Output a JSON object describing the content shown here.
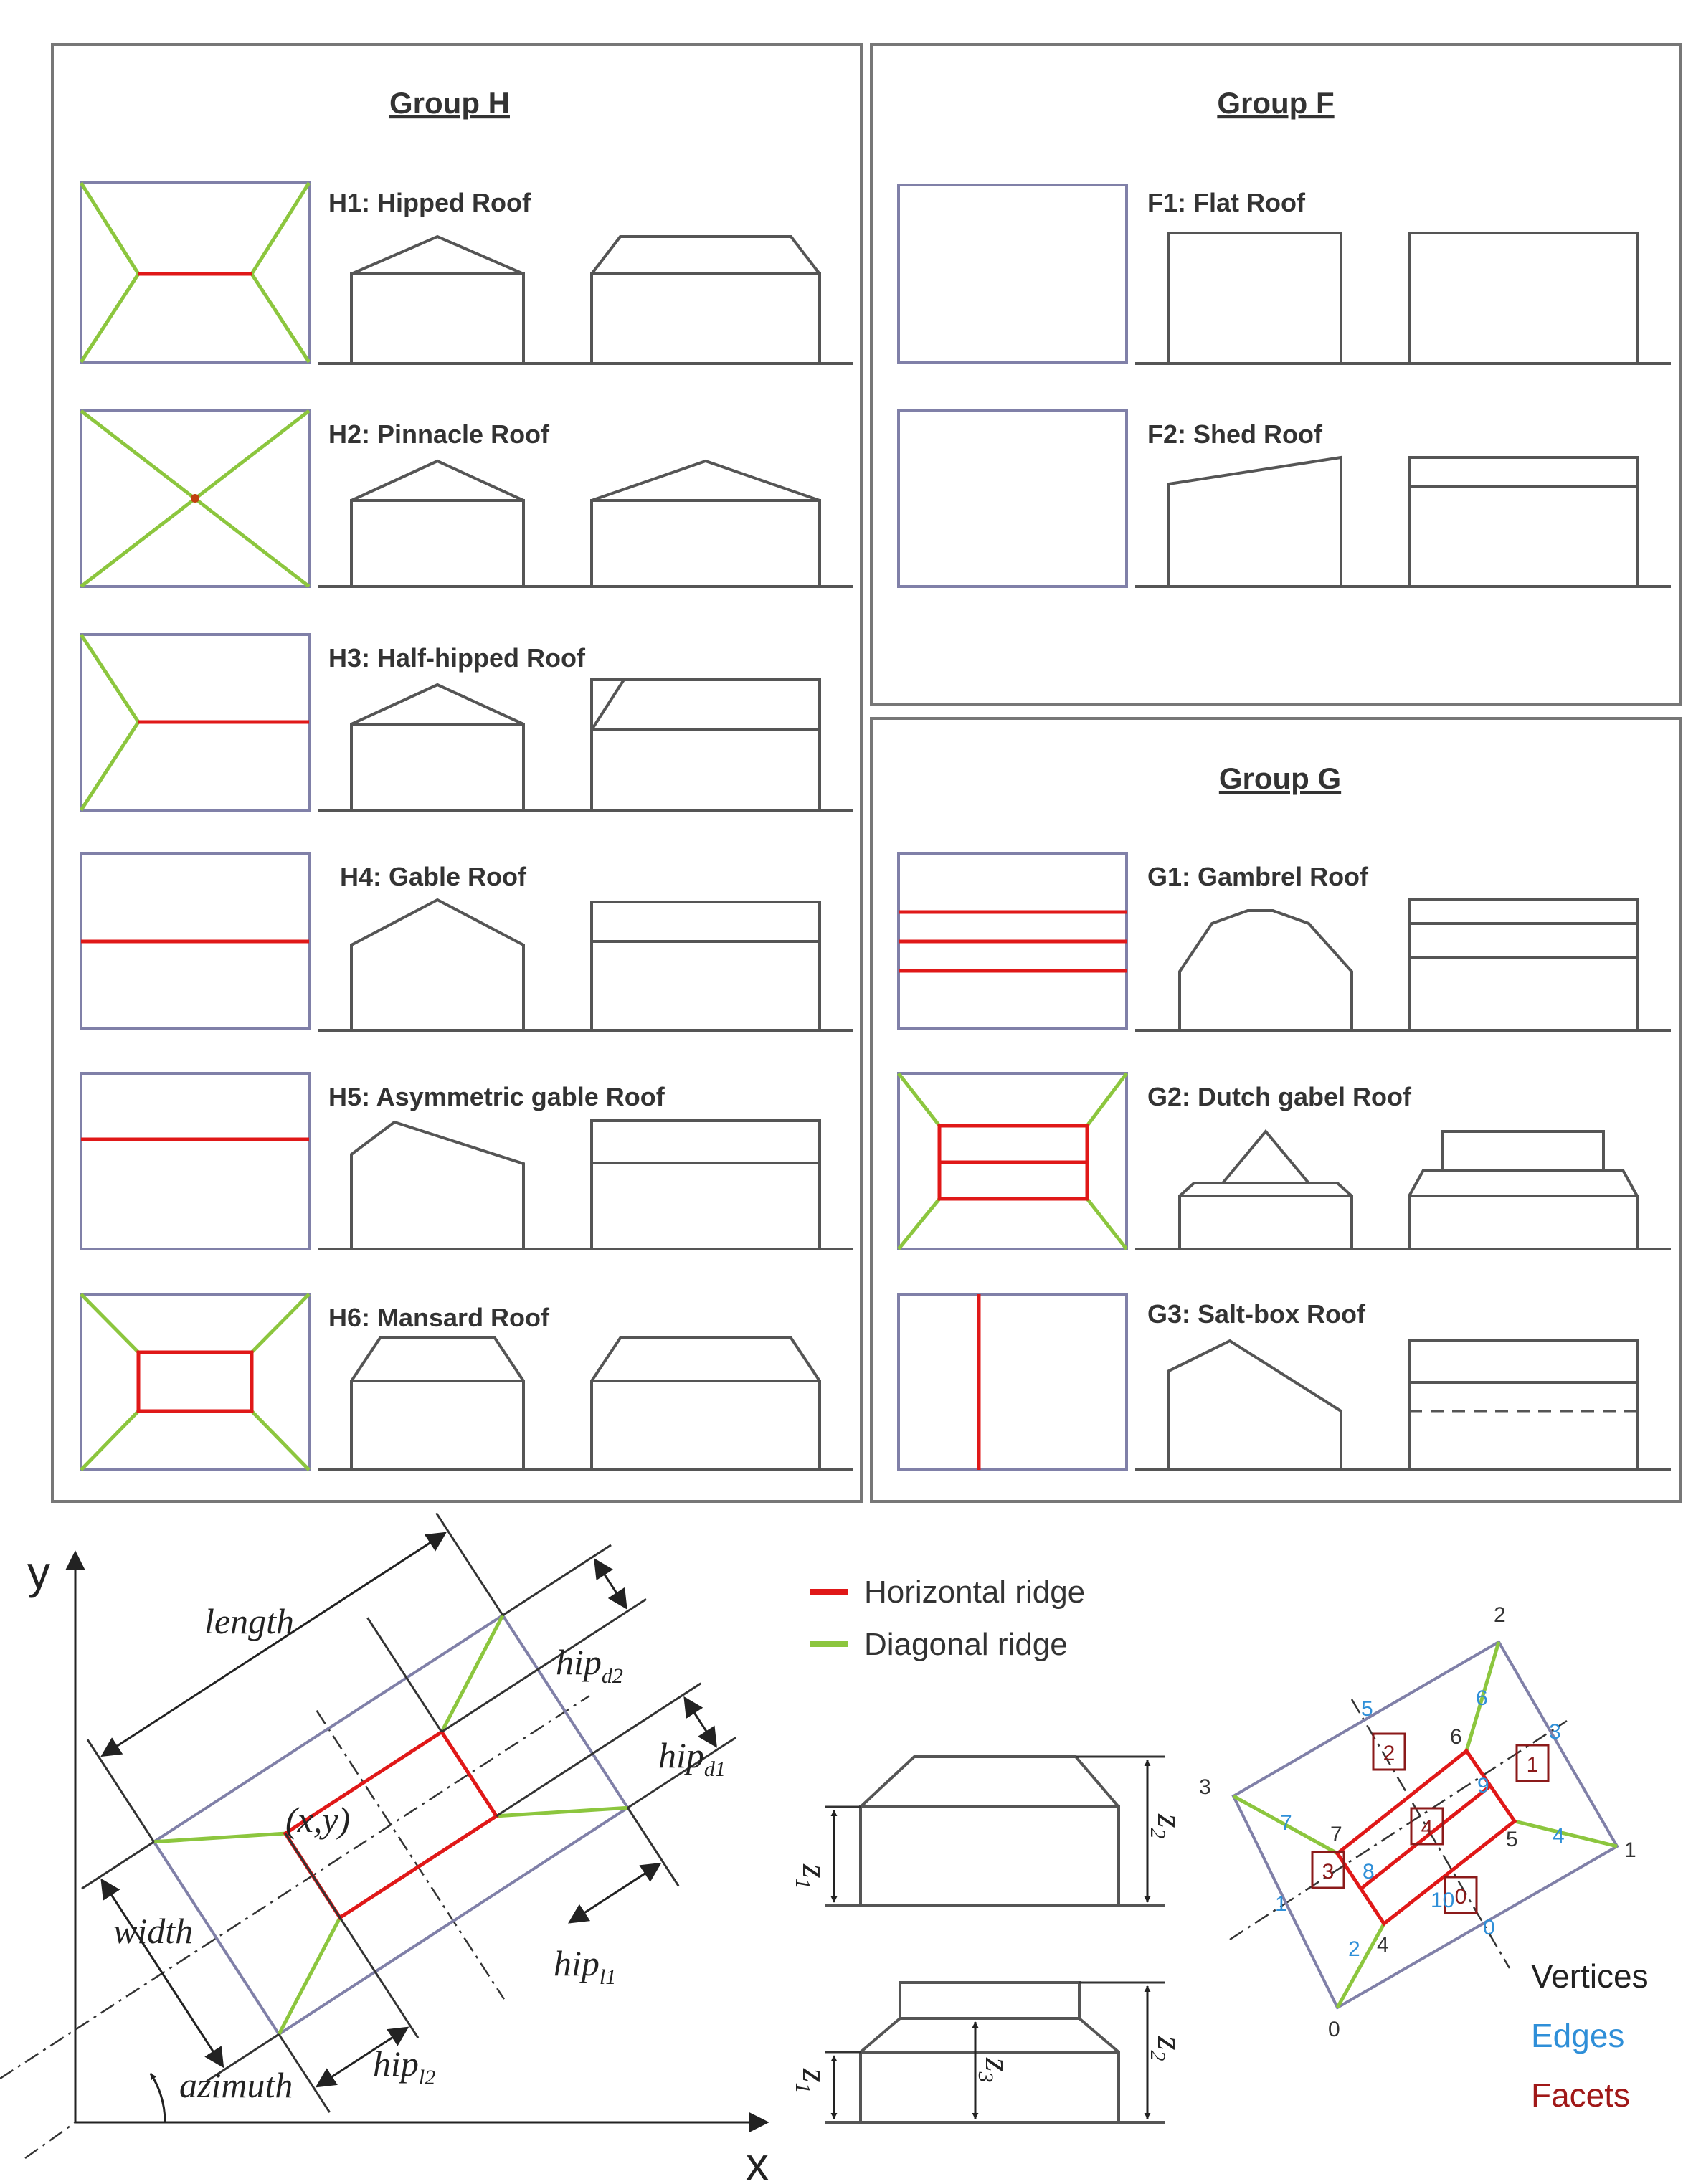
{
  "groups": {
    "h": {
      "title": "Group H",
      "roofs": {
        "h1": "H1: Hipped Roof",
        "h2": "H2: Pinnacle Roof",
        "h3": "H3: Half-hipped Roof",
        "h4": "H4: Gable Roof",
        "h5": "H5: Asymmetric gable Roof",
        "h6": "H6: Mansard Roof"
      }
    },
    "f": {
      "title": "Group F",
      "roofs": {
        "f1": "F1: Flat Roof",
        "f2": "F2: Shed Roof"
      }
    },
    "g": {
      "title": "Group G",
      "roofs": {
        "g1": "G1: Gambrel Roof",
        "g2": "G2: Dutch gabel Roof",
        "g3": "G3: Salt-box Roof"
      }
    }
  },
  "params": {
    "y_axis": "y",
    "x_axis": "x",
    "length": "length",
    "width": "width",
    "azimuth": "azimuth",
    "center": "(x,y)",
    "hip": "hip",
    "hip_d2_sub": "d2",
    "hip_d1_sub": "d1",
    "hip_l1_sub": "l1",
    "hip_l2_sub": "l2",
    "z": "z",
    "z1_sub": "1",
    "z2_sub": "2",
    "z3_sub": "3"
  },
  "legend": {
    "horizontal": "Horizontal ridge",
    "diagonal": "Diagonal ridge",
    "colors": {
      "horizontal": "#e01818",
      "diagonal": "#8cc63e"
    }
  },
  "topology": {
    "vertices": [
      "0",
      "1",
      "2",
      "3",
      "4",
      "5",
      "6",
      "7"
    ],
    "edges": [
      "0",
      "1",
      "2",
      "3",
      "4",
      "5",
      "6",
      "7",
      "8",
      "9",
      "10"
    ],
    "facets": [
      "0",
      "1",
      "2",
      "3",
      "4"
    ],
    "key": {
      "vertices": "Vertices",
      "edges": "Edges",
      "facets": "Facets",
      "colors": {
        "vertices": "#222222",
        "edges": "#2f8fd8",
        "facets": "#a01818"
      }
    }
  }
}
